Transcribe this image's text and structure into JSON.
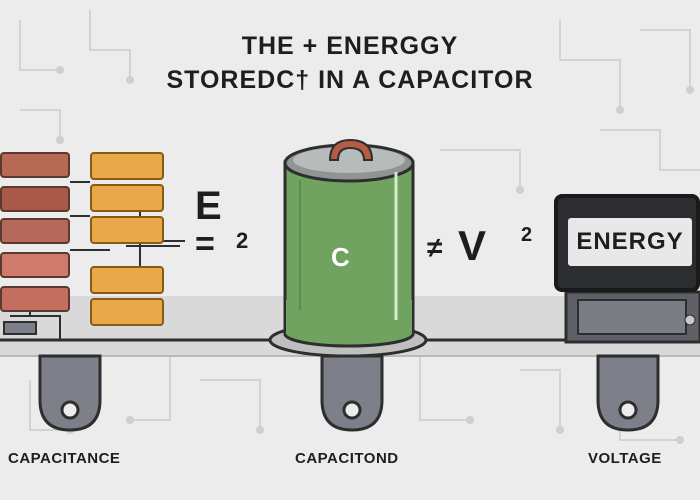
{
  "title": {
    "line1": "THE + ENERGGY",
    "line2": "STOREDC† IN A CAPACITOR"
  },
  "formula": {
    "left_symbol": "E",
    "left_equals": "=",
    "left_exponent": "2",
    "right_operator": "≠",
    "right_symbol": "V",
    "right_exponent": "2"
  },
  "capacitor": {
    "letter": "C"
  },
  "energy_screen": {
    "text": "ENERGY"
  },
  "labels": {
    "capacitance": "CAPACITANCE",
    "capacitond": "CAPACITOND",
    "voltage": "VOLTAGE"
  },
  "colors": {
    "background": "#ececec",
    "capacitor_green": "#6fa35f",
    "block_orange": "#e9a84a",
    "block_red": "#c2675a",
    "rail_gray": "#d9d9d9",
    "screen_dark": "#2b2d30"
  }
}
